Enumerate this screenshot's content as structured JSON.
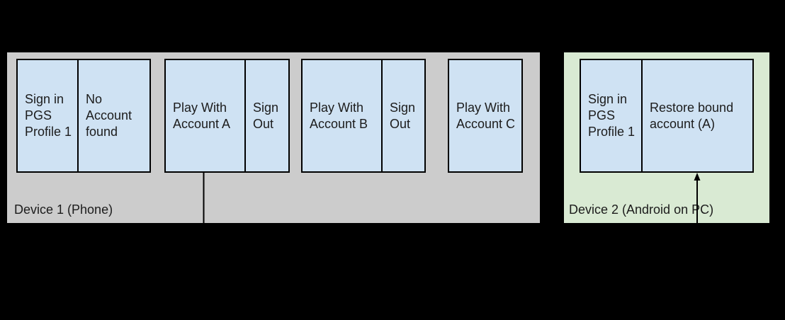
{
  "diagram": {
    "background_color": "#000000",
    "text_color": "#1c1c1c",
    "box_fill_color": "#cfe2f3",
    "box_border_color": "#000000",
    "devices": [
      {
        "label": "Device 1 (Phone)",
        "bg_color": "#cccccc",
        "groups": [
          {
            "cells": [
              "Sign in\nPGS\nProfile 1",
              "No\nAccount\nfound"
            ]
          },
          {
            "cells": [
              "Play With\nAccount A",
              "Sign\nOut"
            ]
          },
          {
            "cells": [
              "Play With\nAccount B",
              "Sign\nOut"
            ]
          },
          {
            "cells": [
              "Play With\nAccount C"
            ]
          }
        ]
      },
      {
        "label": "Device 2 (Android on PC)",
        "bg_color": "#d9ead3",
        "groups": [
          {
            "cells": [
              "Sign in\nPGS\nProfile 1",
              "Restore bound\naccount (A)"
            ]
          }
        ]
      }
    ],
    "connector": {
      "from": "Play With Account A (Device 1)",
      "to": "Restore bound account (A) (Device 2)",
      "style": "elbow",
      "arrowhead": "up",
      "color": "#000000"
    }
  }
}
